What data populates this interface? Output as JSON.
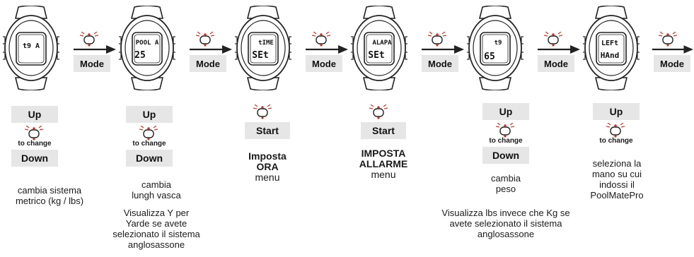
{
  "watches": [
    {
      "line1": "t9 A",
      "line2": ""
    },
    {
      "line1": "POOL A",
      "line2": "25"
    },
    {
      "line1": "tIME",
      "line2": "SEt"
    },
    {
      "line1": "ALAPA",
      "line2": "SEt"
    },
    {
      "line1": "t9",
      "line2": "65"
    },
    {
      "line1": "LEFt",
      "line2": "HAnd"
    }
  ],
  "mode_label": "Mode",
  "up_label": "Up",
  "down_label": "Down",
  "start_label": "Start",
  "to_change": "to change",
  "captions": {
    "c1": [
      "cambia sistema",
      "metrico (kg / lbs)"
    ],
    "c2a": [
      "cambia",
      "lungh vasca"
    ],
    "c2b": [
      "Visualizza Y per",
      "Yarde se avete",
      "selezionato il sistema",
      "anglosassone"
    ],
    "c3": [
      "Imposta",
      "ORA",
      "menu"
    ],
    "c4": [
      "IMPOSTA",
      "ALLARME",
      "menu"
    ],
    "c5a": [
      "cambia",
      "peso"
    ],
    "c5b": [
      "Visualizza lbs invece che Kg se",
      "avete selezionato il sistema",
      "anglosassone"
    ],
    "c6": [
      "seleziona la",
      "mano su cui",
      "indossi il",
      "PoolMatePro"
    ]
  }
}
